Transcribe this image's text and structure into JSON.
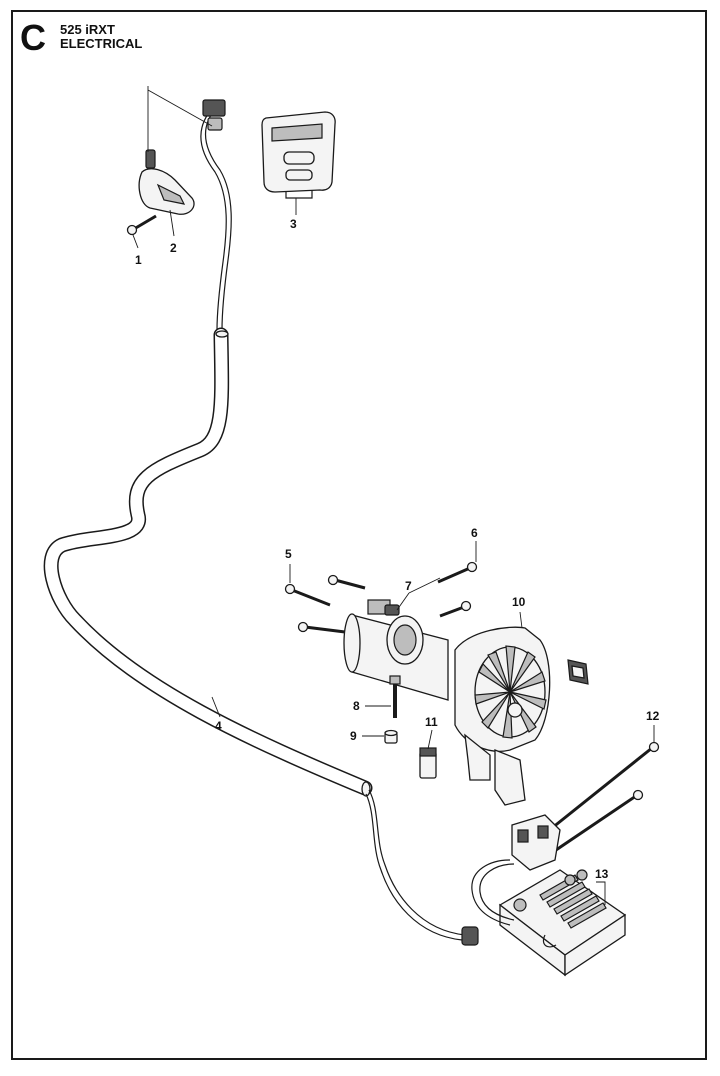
{
  "header": {
    "section_letter": "C",
    "model": "525 iRXT",
    "title": "ELECTRICAL"
  },
  "callouts": [
    {
      "id": "1",
      "label": "1"
    },
    {
      "id": "2",
      "label": "2"
    },
    {
      "id": "3",
      "label": "3"
    },
    {
      "id": "4",
      "label": "4"
    },
    {
      "id": "5",
      "label": "5"
    },
    {
      "id": "6",
      "label": "6"
    },
    {
      "id": "7",
      "label": "7"
    },
    {
      "id": "8",
      "label": "8"
    },
    {
      "id": "9",
      "label": "9"
    },
    {
      "id": "10",
      "label": "10"
    },
    {
      "id": "11",
      "label": "11"
    },
    {
      "id": "12",
      "label": "12"
    },
    {
      "id": "13",
      "label": "13"
    }
  ]
}
